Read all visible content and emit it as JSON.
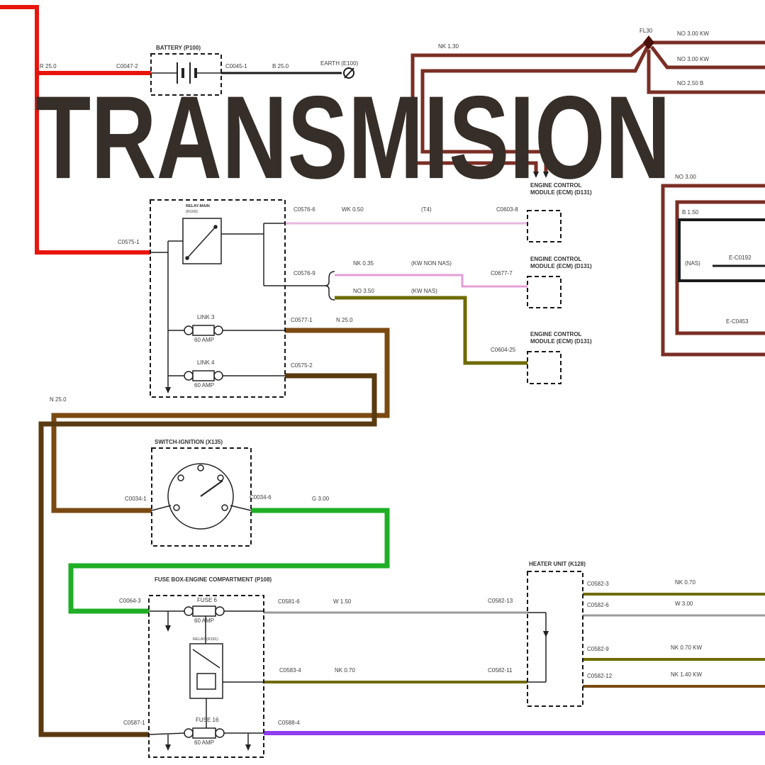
{
  "title": "TRANSMISION",
  "colors": {
    "red": "#e8150d",
    "maroon": "#7b2e25",
    "maroon_dark": "#4a100a",
    "black": "#1a1a1a",
    "pink": "#e9b7e0",
    "pink2": "#e49fd6",
    "olive": "#6f6b00",
    "brown": "#7a4a12",
    "dark_brown": "#5a3a10",
    "green": "#1fae26",
    "gray": "#9a9a9a",
    "purple": "#8e3df0",
    "title_color": "#362e28"
  },
  "battery": {
    "name": "BATTERY (P100)",
    "wire_in": "R 25.0",
    "conn_in": "C0047-2",
    "conn_out": "C0045-1",
    "wire_out": "B 25.0",
    "earth_label": "EARTH (E100)"
  },
  "link": {
    "name": "FL30",
    "wire_r1": "NO 3.00 KW",
    "wire_r2": "NO 3.00 KW",
    "wire_r3": "NO 2.50 B",
    "wire_left": "NK 1.30",
    "wire_r4": "NO 3.00",
    "wire_black": "B 1.50",
    "tag_nas": "(NAS)",
    "conn_e1": "E-C0192",
    "conn_e2": "E-C0453"
  },
  "relay": {
    "name": "RELAY-MAIN",
    "id": "(R169)",
    "conn_in": "C0575-1",
    "out1_conn": "C0576-6",
    "out1_wire": "WK 0.50",
    "out1_tag": "(T4)",
    "out1_dest": "C0603-8",
    "out2_conn": "C0576-9",
    "a_wire": "NK 0.35",
    "a_tag": "(KW NON NAS)",
    "a_dest": "C0677-7",
    "b_wire": "NO 3.50",
    "b_tag": "(KW NAS)",
    "b_dest": "C0604-25",
    "link3": "LINK 3",
    "link3_amp": "60 AMP",
    "link3_conn": "C0577-1",
    "link3_wire": "N 25.0",
    "link4": "LINK 4",
    "link4_amp": "60 AMP",
    "link4_conn": "C0575-2"
  },
  "ecm": {
    "line1": "ENGINE CONTROL",
    "line2": "MODULE (ECM) (D131)"
  },
  "ignition": {
    "name": "SWITCH-IGNITION (X135)",
    "feed_wire": "N 25.0",
    "conn_in": "C0034-1",
    "conn_out": "C0034-6",
    "wire_out": "G 3.00"
  },
  "fusebox": {
    "name": "FUSE BOX-ENGINE COMPARTMENT (P108)",
    "conn_in": "C0064-3",
    "fuse6": "FUSE 6",
    "fuse6_amp": "60 AMP",
    "fuse6_conn": "C0581-6",
    "fuse6_wire": "W 1.50",
    "relay_label": "RELAY (R181)",
    "relay_conn": "C0583-4",
    "relay_wire": "NK 0.70",
    "fuse16": "FUSE 16",
    "fuse16_amp": "60 AMP",
    "conn_in2": "C0587-1",
    "out_conn": "C0588-4"
  },
  "heater": {
    "name": "HEATER UNIT (K128)",
    "conn_in1": "C0582-13",
    "conn_in2": "C0582-11",
    "out1_conn": "C0582-3",
    "out1_wire": "NK 0.70",
    "out2_conn": "C0582-6",
    "out2_wire": "W 3.00",
    "out3_conn": "C0582-9",
    "out3_wire": "NK 0.70 KW",
    "out4_conn": "C0582-12",
    "out4_wire": "NK 1.40 KW"
  }
}
